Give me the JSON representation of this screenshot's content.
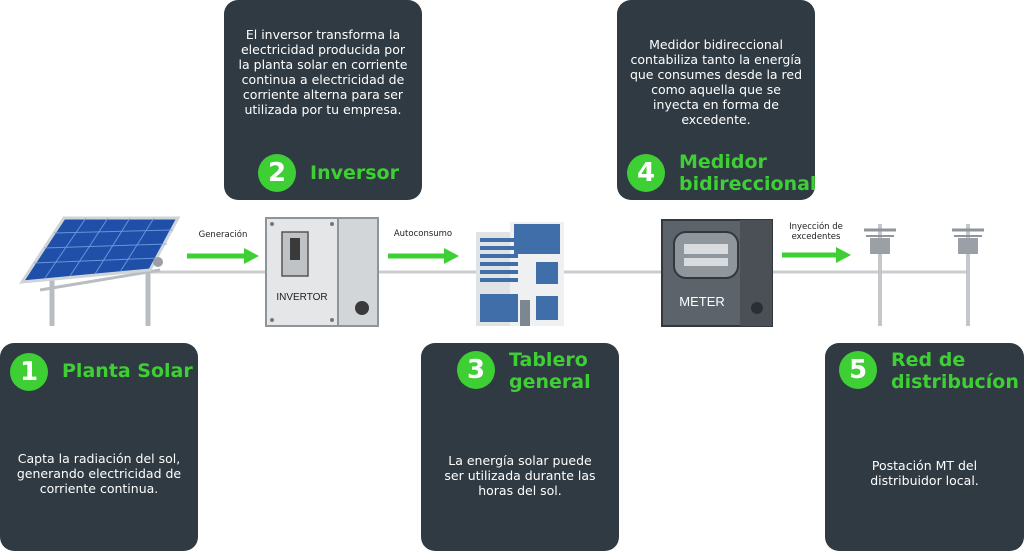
{
  "steps": [
    {
      "number": "1",
      "title": "Planta Solar",
      "description": "Capta la radiación del sol, generando electricidad de corriente continua."
    },
    {
      "number": "2",
      "title": "Inversor",
      "description": "El inversor transforma la electricidad producida por la planta solar en corriente continua a electricidad de corriente alterna para ser utilizada por tu empresa."
    },
    {
      "number": "3",
      "title": "Tablero general",
      "description": "La energía solar puede ser utilizada durante las horas del sol."
    },
    {
      "number": "4",
      "title": "Medidor bidireccional",
      "description": "Medidor bidireccional contabiliza tanto la energía que consumes desde la red como aquella que se inyecta en forma de excedente."
    },
    {
      "number": "5",
      "title": "Red de distribucíon",
      "description": "Postación MT del distribuidor local."
    }
  ],
  "flows": {
    "generacion": "Generación",
    "autoconsumo": "Autoconsumo",
    "inyeccion": "Inyección de excedentes"
  },
  "devices": {
    "inverter_label": "INVERTOR",
    "meter_label": "METER"
  },
  "colors": {
    "card": "#2f3a42",
    "accent": "#3ecf34"
  }
}
